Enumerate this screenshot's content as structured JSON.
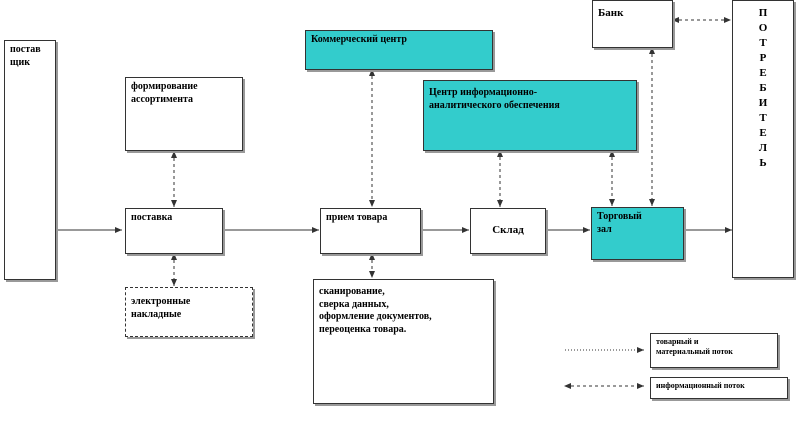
{
  "nodes": {
    "supplier": "постав\nщик",
    "assortment": "формирование\nассортимента",
    "delivery": "поставка",
    "invoices": "электронные\nнакладные",
    "commercial_center": "Коммерческий центр",
    "receiving": "прием товара",
    "operations": "сканирование,\nсверка данных,\nоформление документов,\nпереоценка товара.",
    "info_center": "Центр информационно-\nаналитического обеспечения",
    "warehouse": "Склад",
    "bank": "Банк",
    "trading_hall": "Торговый\nзал",
    "consumer_letters": [
      "П",
      "О",
      "Т",
      "Р",
      "Е",
      "Б",
      "И",
      "Т",
      "Е",
      "Л",
      "Ь"
    ]
  },
  "legend": {
    "material_flow": "товарный и\nматериальный поток",
    "info_flow": "информационный поток"
  },
  "colors": {
    "teal": "#33cccc",
    "line": "#333333"
  }
}
